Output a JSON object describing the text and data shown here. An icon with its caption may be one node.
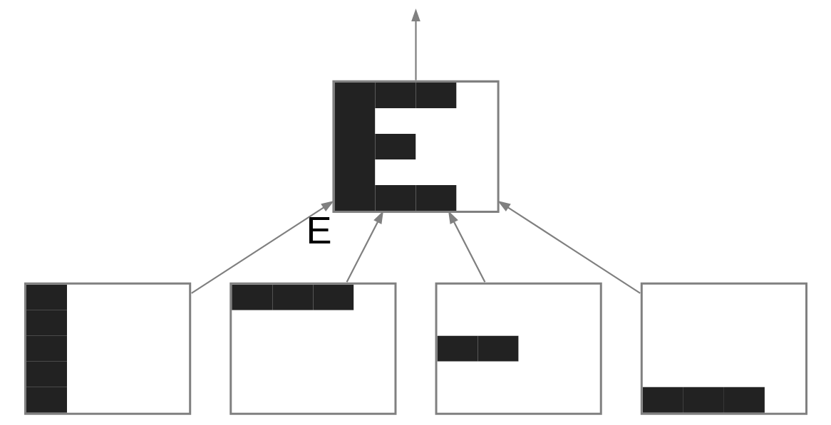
{
  "diagram": {
    "nodes": [
      {
        "text": [],
        "shape": "picture",
        "beside": [
          "E"
        ]
      },
      {
        "text": [],
        "shape": "picture"
      },
      {
        "text": [],
        "shape": "picture"
      },
      {
        "text": [],
        "shape": "picture"
      },
      {
        "text": [],
        "shape": "picture"
      }
    ],
    "edges": [
      {
        "from": 1,
        "to": 0,
        "arrow": "to"
      },
      {
        "from": 2,
        "to": 0,
        "arrow": "to"
      },
      {
        "from": 3,
        "to": 0,
        "arrow": "to"
      },
      {
        "from": 4,
        "to": 0,
        "arrow": "to"
      },
      {
        "from": 0,
        "to": null,
        "arrow": "to"
      }
    ]
  }
}
